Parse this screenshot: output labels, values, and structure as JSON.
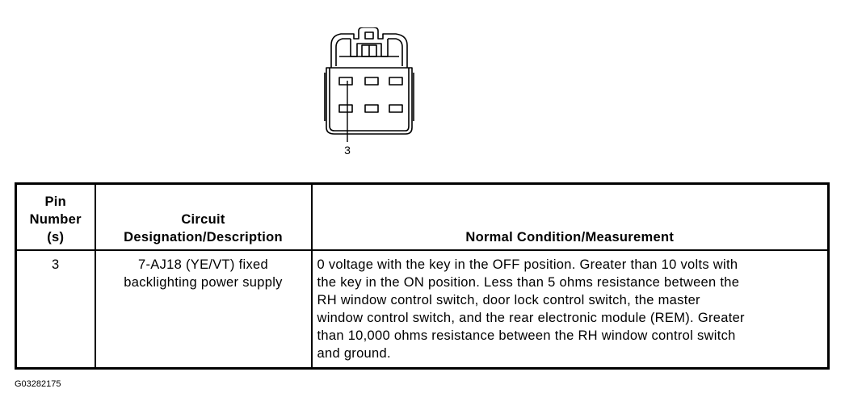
{
  "connector": {
    "callout_label": "3"
  },
  "table": {
    "headers": {
      "pin": [
        "Pin",
        "Number",
        "(s)"
      ],
      "circuit": [
        "Circuit",
        "Designation/Description"
      ],
      "condition": "Normal Condition/Measurement"
    },
    "rows": [
      {
        "pin": "3",
        "circuit_lines": [
          "7-AJ18 (YE/VT) fixed",
          "backlighting power supply"
        ],
        "condition_lines": [
          "0 voltage with the key in the OFF position. Greater than 10 volts with",
          "the key in the ON position. Less than 5 ohms resistance between the",
          "RH window control switch, door lock control switch, the master",
          "window control switch, and the rear electronic module (REM). Greater",
          "than 10,000 ohms resistance between the RH window control switch",
          "and ground."
        ]
      }
    ]
  },
  "figure_id": "G03282175"
}
